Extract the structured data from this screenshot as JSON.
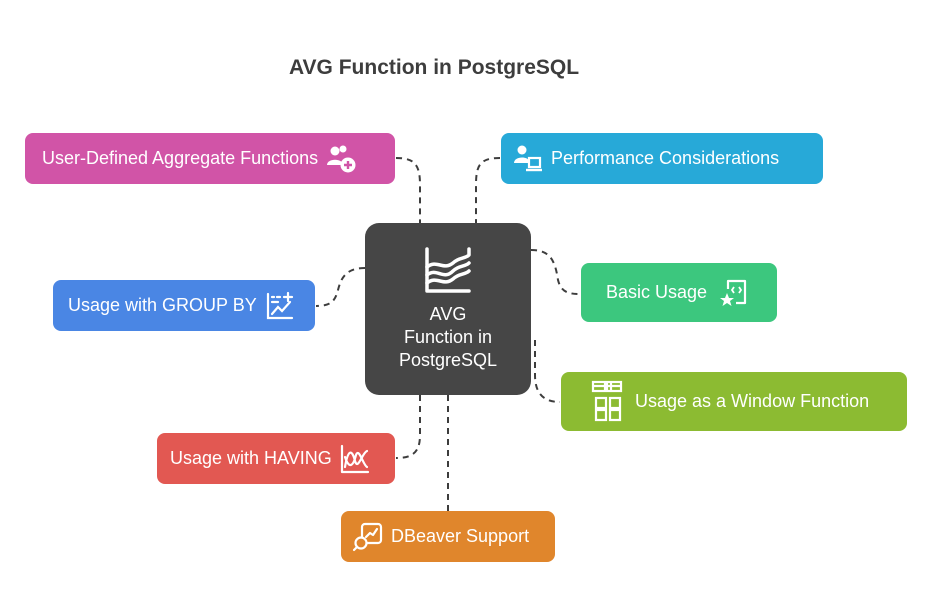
{
  "title": "AVG Function in PostgreSQL",
  "center": {
    "line1": "AVG",
    "line2": "Function in",
    "line3": "PostgreSQL",
    "icon": "area-chart-icon",
    "color": "#464646"
  },
  "nodes": {
    "user_defined": {
      "label": "User-Defined Aggregate Functions",
      "icon": "user-add-icon",
      "color": "#d154a7"
    },
    "performance": {
      "label": "Performance Considerations",
      "icon": "user-laptop-icon",
      "color": "#27a9d8"
    },
    "basic_usage": {
      "label": "Basic Usage",
      "icon": "code-file-star-icon",
      "color": "#3cc77e"
    },
    "group_by": {
      "label": "Usage with GROUP BY",
      "icon": "chart-list-icon",
      "color": "#4a86e4"
    },
    "window_function": {
      "label": "Usage as a Window Function",
      "icon": "window-grid-icon",
      "color": "#8cbb32"
    },
    "having": {
      "label": "Usage with HAVING",
      "icon": "wave-chart-icon",
      "color": "#e25852"
    },
    "dbeaver": {
      "label": "DBeaver Support",
      "icon": "search-chart-icon",
      "color": "#e0862c"
    }
  }
}
